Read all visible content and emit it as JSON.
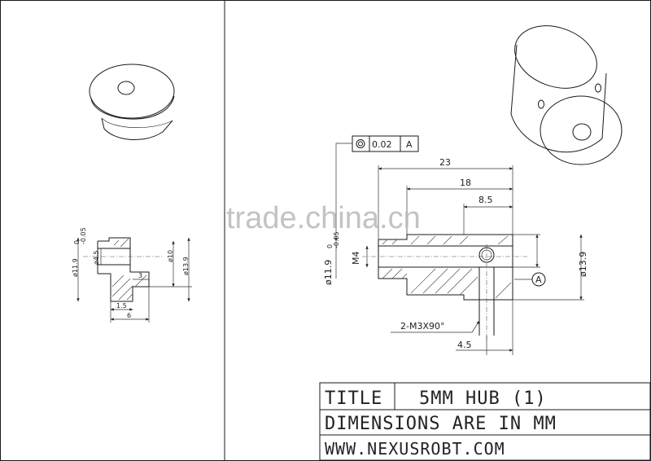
{
  "watermark": "trade.china.cn",
  "left_view": {
    "dims": {
      "d_outer_label": "ø11.9",
      "d_outer_tol": "0\n-0.05",
      "d_bore": "ø4.5",
      "d_flange": "ø10",
      "d_total": "ø13.9",
      "len_small": "1.5",
      "len_total": "6",
      "len_step": "3"
    }
  },
  "section_view": {
    "geo_tolerance": {
      "symbol": "concentricity",
      "value": "0.02",
      "datum": "A"
    },
    "dims": {
      "len_23": "23",
      "len_18": "18",
      "len_85": "8.5",
      "d_outer": "ø11.9",
      "d_outer_tol": "0\n-0.05",
      "thread": "M4",
      "d_body": "ø13.9",
      "screw_holes": "2-M3X90°",
      "offset_45": "4.5",
      "datum_label": "A"
    }
  },
  "title_block": {
    "title_label": "TITLE",
    "title_value": "5MM HUB (1)",
    "note": "DIMENSIONS ARE IN MM",
    "website": "WWW.NEXUSROBT.COM"
  }
}
